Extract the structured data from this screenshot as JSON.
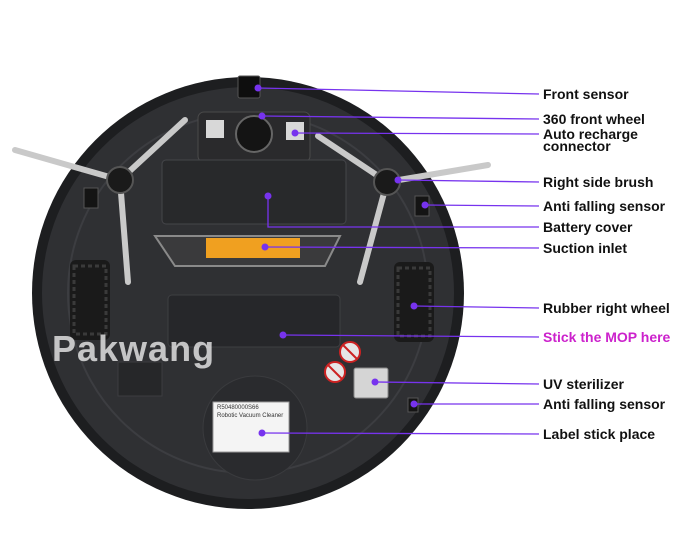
{
  "brand_watermark": "Pakwang",
  "colors": {
    "callout_line": "#7733ee",
    "callout_dot": "#7733ee",
    "accent_label": "#cc22cc",
    "robot_body": "#2f3033",
    "robot_rim": "#1d1e20",
    "battery_window": "#f0a020"
  },
  "label_sticker": {
    "serial": "R50480000S66",
    "title": "Robotic Vacuum Cleaner"
  },
  "callouts": [
    {
      "id": "front-sensor",
      "text": "Front sensor",
      "accent": false
    },
    {
      "id": "front-wheel",
      "text": "360 front wheel",
      "accent": false
    },
    {
      "id": "auto-recharge",
      "text": "Auto recharge connector",
      "accent": false
    },
    {
      "id": "right-brush",
      "text": "Right side brush",
      "accent": false
    },
    {
      "id": "anti-fall-1",
      "text": "Anti falling sensor",
      "accent": false
    },
    {
      "id": "battery-cover",
      "text": "Battery cover",
      "accent": false
    },
    {
      "id": "suction-inlet",
      "text": "Suction inlet",
      "accent": false
    },
    {
      "id": "rubber-wheel",
      "text": "Rubber right wheel",
      "accent": false
    },
    {
      "id": "mop",
      "text": "Stick the MOP here",
      "accent": true
    },
    {
      "id": "uv",
      "text": "UV sterilizer",
      "accent": false
    },
    {
      "id": "anti-fall-2",
      "text": "Anti falling sensor",
      "accent": false
    },
    {
      "id": "label-place",
      "text": "Label stick place",
      "accent": false
    }
  ]
}
